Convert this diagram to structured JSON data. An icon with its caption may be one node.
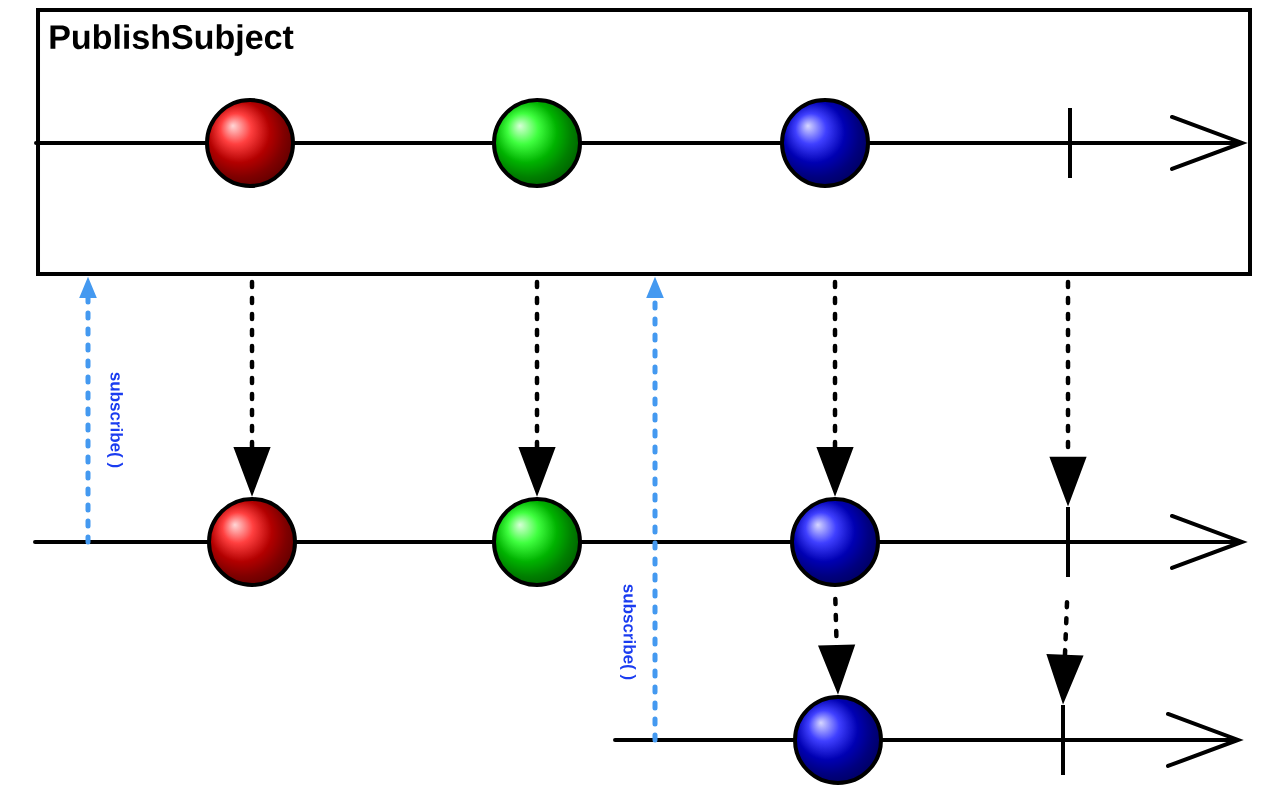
{
  "diagram": {
    "nodes": [
      {
        "text": [
          "PublishSubject"
        ]
      },
      {
        "text": [],
        "shape": "circle",
        "in": 0
      },
      {
        "text": [],
        "shape": "circle",
        "in": 0
      },
      {
        "text": [],
        "shape": "circle",
        "in": 0
      },
      {
        "text": [],
        "shape": "bar",
        "in": 0
      },
      {
        "text": [],
        "shape": "circle"
      },
      {
        "text": [],
        "shape": "circle"
      },
      {
        "text": [],
        "shape": "circle"
      },
      {
        "text": [],
        "shape": "bar"
      },
      {
        "text": [],
        "shape": "circle"
      },
      {
        "text": [],
        "shape": "bar"
      }
    ],
    "edges": [
      {
        "from": 0,
        "to": 5,
        "arrow": "to",
        "style": "dashed"
      },
      {
        "from": 0,
        "to": 6,
        "arrow": "to",
        "style": "dashed"
      },
      {
        "from": 0,
        "to": 7,
        "arrow": "to",
        "style": "dashed"
      },
      {
        "from": 0,
        "to": 8,
        "arrow": "to",
        "style": "dashed"
      },
      {
        "from": 7,
        "to": 9,
        "arrow": "to",
        "style": "dashed"
      },
      {
        "from": 8,
        "to": 10,
        "arrow": "to",
        "style": "dashed"
      },
      {
        "from": null,
        "to": 0,
        "arrow": "to",
        "style": "dashed",
        "color": "#4499f0",
        "label": "subscribe( )"
      },
      {
        "from": null,
        "to": 0,
        "arrow": "to",
        "style": "dashed",
        "color": "#4499f0",
        "label": "subscribe( )"
      }
    ]
  }
}
